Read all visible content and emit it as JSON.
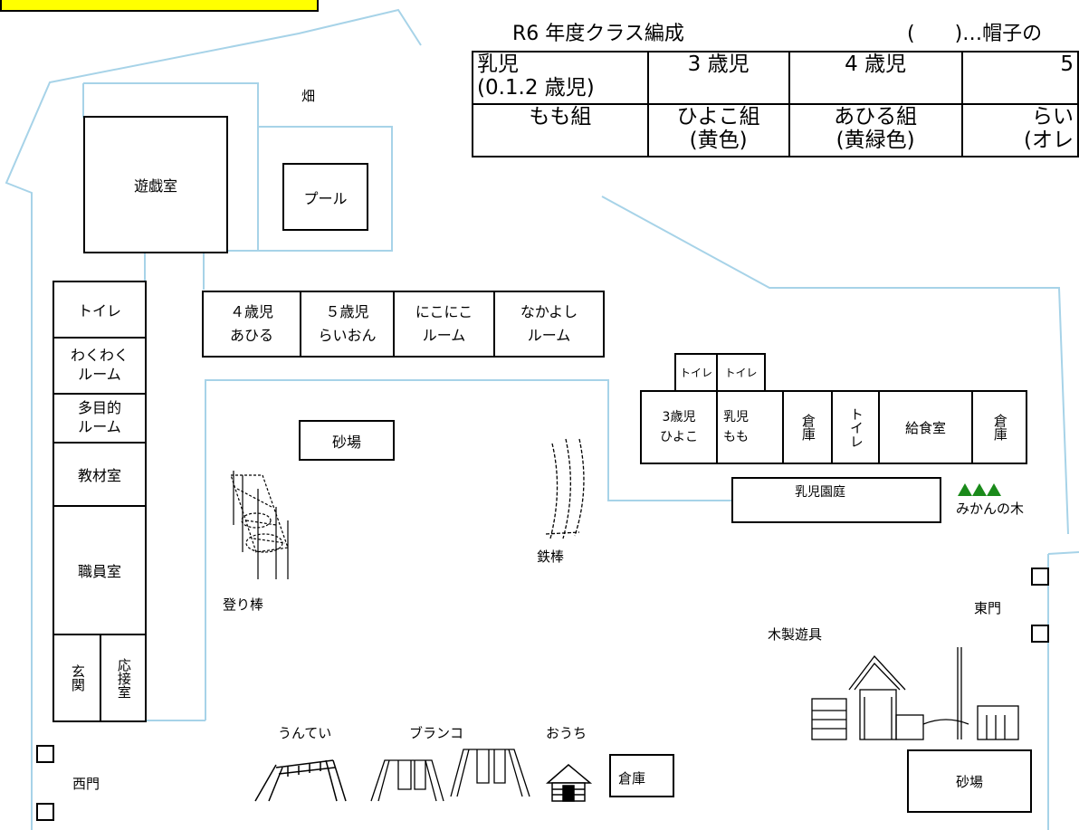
{
  "title": "R6 年度クラス編成",
  "legend": "(　　)…帽子の",
  "class_table": {
    "header": [
      "乳児\n(0.1.2 歳児)",
      "3 歳児",
      "4 歳児",
      "5"
    ],
    "row": [
      "もも組",
      "ひよこ組\n(黄色)",
      "あひる組\n(黄緑色)",
      "らい\n(オレ"
    ]
  },
  "rooms": {
    "field": "畑",
    "playroom": "遊戯室",
    "pool": "プール",
    "toilet": "トイレ",
    "wakuwaku": "わくわく\nルーム",
    "tamokuteki": "多目的\nルーム",
    "kyozai": "教材室",
    "shokuin": "職員室",
    "genkan": "玄関",
    "osetsu": "応接室",
    "room4": "４歳児\nあひる",
    "room5": "５歳児\nらいおん",
    "nikoniko": "にこにこ\nルーム",
    "nakayoshi": "なかよし\nルーム",
    "toilet_a": "トイレ",
    "toilet_b": "トイレ",
    "room3": "3歳児\nひよこ",
    "nyuji": "乳児\nもも",
    "soko1": "倉庫",
    "toilet_v": "トイレ",
    "kyushoku": "給食室",
    "soko2": "倉庫",
    "nyuji_garden": "乳児園庭",
    "sandbox1": "砂場",
    "sandbox2": "砂場",
    "soko3": "倉庫"
  },
  "labels": {
    "noribou": "登り棒",
    "tetsubou": "鉄棒",
    "mikan_tree": "みかんの木",
    "east_gate": "東門",
    "wood_play": "木製遊具",
    "untei": "うんてい",
    "swing": "ブランコ",
    "house": "おうち",
    "west_gate": "西門"
  },
  "colors": {
    "boundary": "#a7d3e8",
    "highlight": "#ffff00",
    "tree": "#1a8a1a"
  }
}
